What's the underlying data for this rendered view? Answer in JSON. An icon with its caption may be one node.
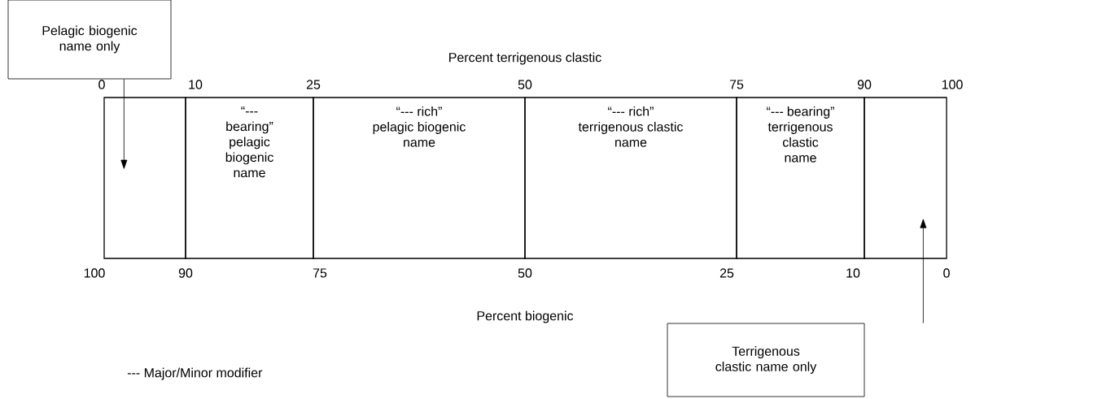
{
  "diagram": {
    "nodes": [
      {
        "text": [
          "Pelagic biogenic name only"
        ]
      },
      {
        "text": [],
        "shape": "box"
      },
      {
        "text": [
          "“--- bearing” pelagic biogenic name"
        ]
      },
      {
        "text": [
          "“--- rich”",
          "pelagic biogenic name"
        ]
      },
      {
        "text": [
          "“--- rich”",
          "terrigenous clastic name"
        ]
      },
      {
        "text": [
          "“--- bearing” terrigenous clastic name"
        ]
      },
      {
        "text": [],
        "shape": "box"
      },
      {
        "text": [
          "Terrigenous clastic name only"
        ]
      }
    ],
    "edges": [
      {
        "from": 0,
        "to": 1,
        "arrow": "to"
      },
      {
        "from": 7,
        "to": 6,
        "arrow": "to"
      }
    ],
    "labels": [
      "Percent terrigenous clastic",
      "0",
      "10",
      "25",
      "50",
      "75",
      "90",
      "100",
      "100",
      "90",
      "75",
      "50",
      "25",
      "10",
      "0",
      "Percent biogenic",
      "--- Major/Minor modifier"
    ]
  }
}
